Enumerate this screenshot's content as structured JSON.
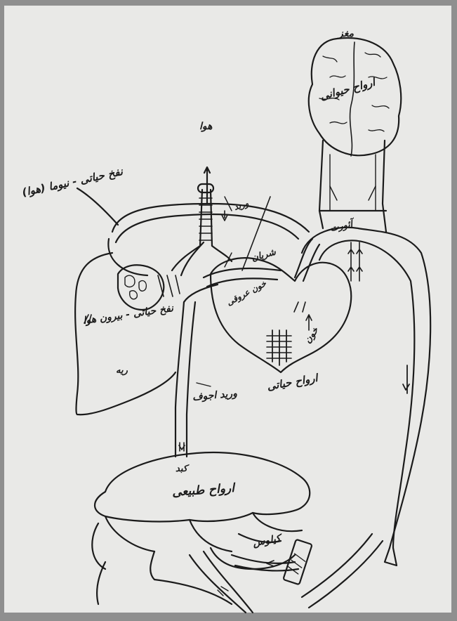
{
  "labels": {
    "brain": "مغز",
    "animal_spirit": "ارواح حیوانی",
    "air": "هوا",
    "vital_breath_air": "نفخ حیاتی - نیوما (هوا)",
    "vein": "ورید",
    "aorta": "آئورت",
    "artery": "شریان",
    "vital_breath_exhale": "نفخ حیاتی - بیرون هوا",
    "black_blood": "خون عروقی",
    "lung": "ریه",
    "blood": "خون",
    "vena_cava": "ورید اجوف",
    "vital_spirit": "ارواح حیاتی",
    "liver": "کبد",
    "natural_spirit": "ارواح طبیعی",
    "chyle": "کیلوس"
  },
  "colors": {
    "paper": "#e9e9e7",
    "ink": "#1b1b1b",
    "border": "#8f8f8f"
  }
}
